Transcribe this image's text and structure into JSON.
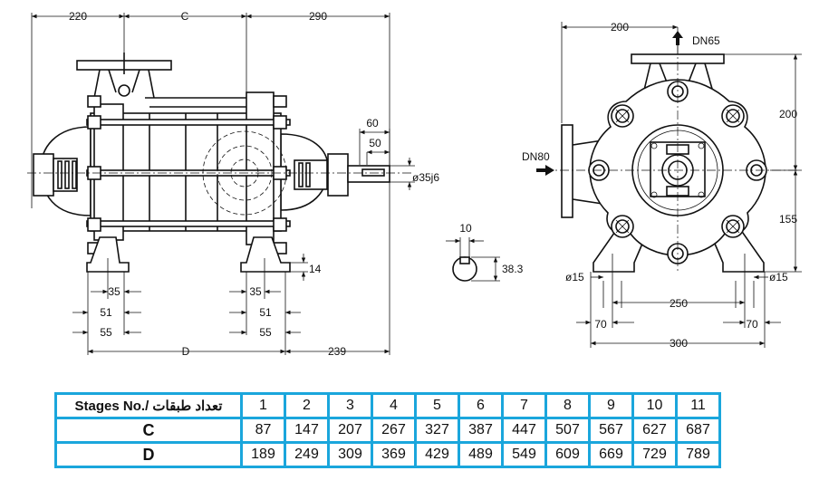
{
  "dimensions": {
    "side_view": {
      "top": [
        "220",
        "C",
        "290"
      ],
      "shaft": [
        "60",
        "50",
        "ø35j6"
      ],
      "right": "14",
      "bottom_left": [
        "35",
        "51",
        "55"
      ],
      "bottom_mid": [
        "35",
        "51",
        "55"
      ],
      "bottom": [
        "D",
        "239"
      ]
    },
    "key": [
      "10",
      "38.3"
    ],
    "front_view": {
      "top": "200",
      "outlet": "DN65",
      "inlet": "DN80",
      "right": [
        "200",
        "155"
      ],
      "feet": [
        "ø15",
        "ø15"
      ],
      "bottom": [
        "250",
        "70",
        "70",
        "300"
      ]
    }
  },
  "table": {
    "header_label": "Stages No./ تعداد طبقات",
    "stages": [
      "1",
      "2",
      "3",
      "4",
      "5",
      "6",
      "7",
      "8",
      "9",
      "10",
      "11"
    ],
    "rows": [
      {
        "label": "C",
        "values": [
          "87",
          "147",
          "207",
          "267",
          "327",
          "387",
          "447",
          "507",
          "567",
          "627",
          "687"
        ]
      },
      {
        "label": "D",
        "values": [
          "189",
          "249",
          "309",
          "369",
          "429",
          "489",
          "549",
          "609",
          "669",
          "729",
          "789"
        ]
      }
    ]
  },
  "colors": {
    "table_border": "#1aa6dc",
    "line": "#111111"
  },
  "icons": [
    "flow-arrow-up-icon",
    "flow-arrow-right-icon"
  ]
}
